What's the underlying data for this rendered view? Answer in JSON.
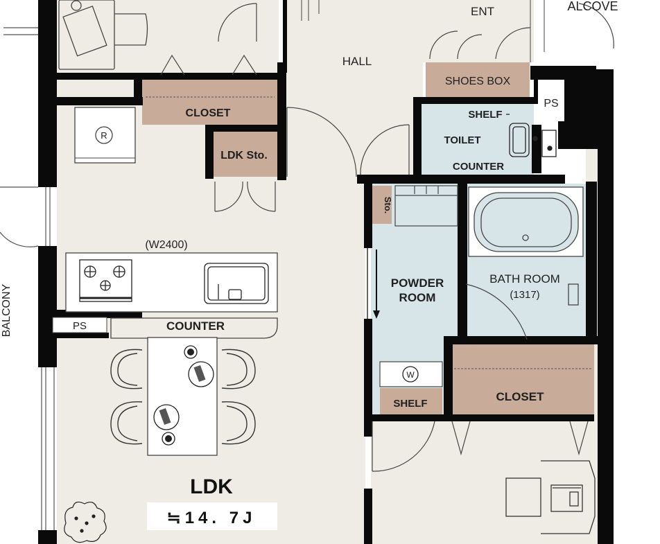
{
  "floor_plan": {
    "colors": {
      "floor": "#efece6",
      "wet_area": "#d8e5e8",
      "storage": "#c8ab98",
      "wall": "#0a0a0a",
      "outside": "#ffffff",
      "fixture_line": "#333333"
    },
    "rooms": {
      "hall": "HALL",
      "ent": "ENT",
      "alcove": "ALCOVE",
      "shoes_box": "SHOES BOX",
      "ps_top": "PS",
      "shelf_toilet": "SHELF",
      "toilet": "TOILET",
      "counter_toilet": "COUNTER",
      "closet_top": "CLOSET",
      "ldk_storage": "LDK Sto.",
      "refrigerator_mark": "R",
      "kitchen_width": "(W2400)",
      "ps_kitchen": "PS",
      "counter_kitchen": "COUNTER",
      "storage_small": "Sto.",
      "powder_room_line1": "POWDER",
      "powder_room_line2": "ROOM",
      "bath_room": "BATH ROOM",
      "bath_size": "(1317)",
      "washer_mark": "W",
      "shelf_powder": "SHELF",
      "closet_bottom": "CLOSET",
      "ldk": "LDK",
      "ldk_area": "≒14. 7J",
      "balcony": "BALCONY"
    }
  }
}
